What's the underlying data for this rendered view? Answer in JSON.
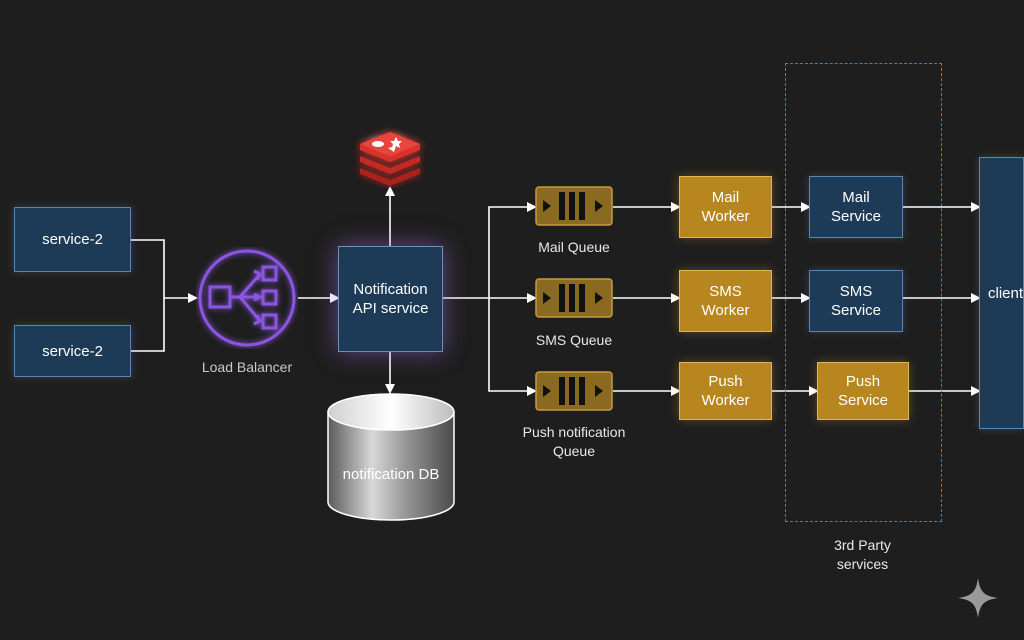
{
  "nodes": {
    "service_a": "service-2",
    "service_b": "service-2",
    "load_balancer": "Load Balancer",
    "notification_api": "Notification\nAPI service",
    "notification_db": "notification DB",
    "mail_queue": "Mail Queue",
    "sms_queue": "SMS Queue",
    "push_queue": "Push notification\nQueue",
    "mail_worker": "Mail\nWorker",
    "sms_worker": "SMS\nWorker",
    "push_worker": "Push\nWorker",
    "mail_service": "Mail\nService",
    "sms_service": "SMS\nService",
    "push_service": "Push\nService",
    "client": "client",
    "third_party": "3rd Party\nservices"
  },
  "colors": {
    "background": "#1e1e1e",
    "blue_fill": "#1d3a56",
    "blue_border": "#5b86ad",
    "gold_fill": "#b8861f",
    "gold_border": "#e0b65a",
    "load_balancer": "#8a55e0",
    "cache": "#d9302a",
    "wire": "#ffffff",
    "dashed_group": "#4f7ea6"
  },
  "icons": [
    "load-balancer-icon",
    "redis-cache-icon",
    "database-icon",
    "queue-icon",
    "sparkle-icon"
  ]
}
